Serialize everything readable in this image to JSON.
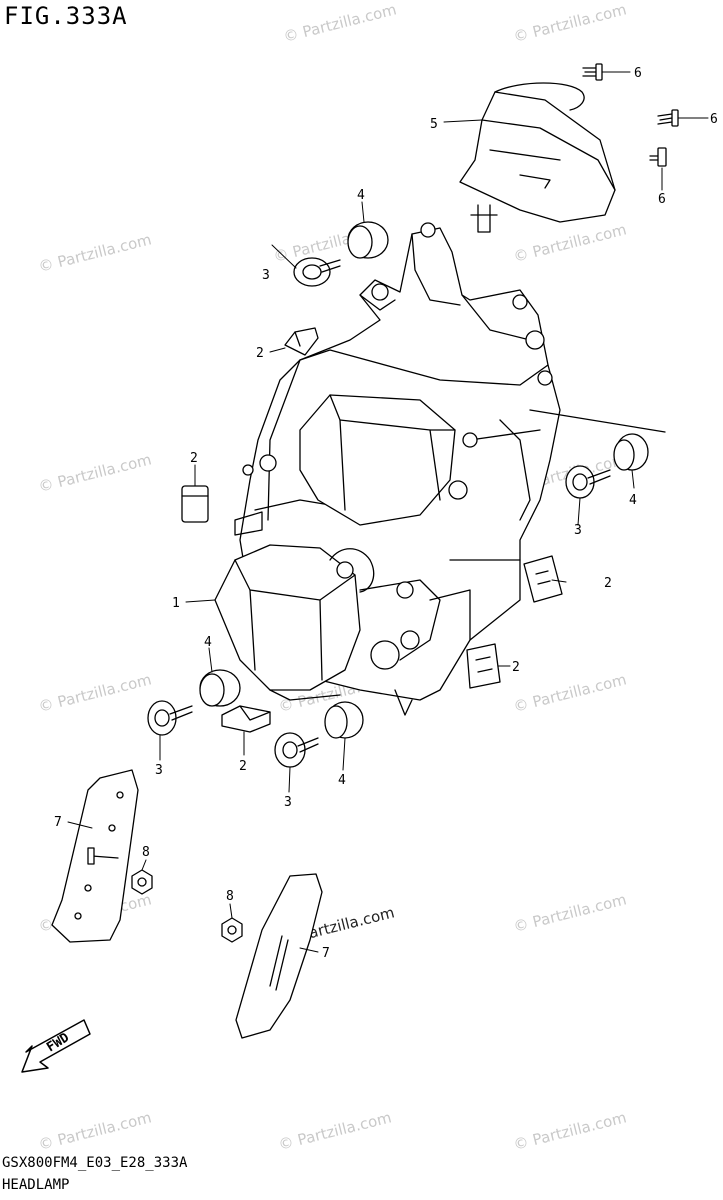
{
  "figure": {
    "title": "FIG.333A",
    "code": "GSX800FM4_E03_E28_333A",
    "name": "HEADLAMP"
  },
  "watermark": {
    "text": "© Partzilla.com",
    "center_text": "© Partzilla.com",
    "color": "#c9c9c9"
  },
  "callouts": {
    "c1": "1",
    "c2a": "2",
    "c2b": "2",
    "c2c": "2",
    "c2d": "2",
    "c2e": "2",
    "c3a": "3",
    "c3b": "3",
    "c3c": "3",
    "c3d": "3",
    "c4a": "4",
    "c4b": "4",
    "c4c": "4",
    "c4d": "4",
    "c5": "5",
    "c6a": "6",
    "c6b": "6",
    "c6c": "6",
    "c7a": "7",
    "c7b": "7",
    "c8a": "8",
    "c8b": "8"
  },
  "fwd_arrow": {
    "label": "FWD"
  }
}
